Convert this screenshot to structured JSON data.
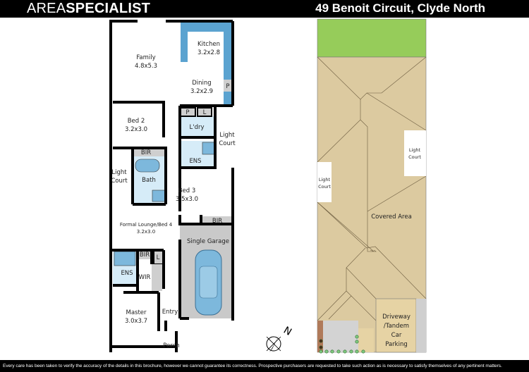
{
  "header": {
    "brand_light": "AREA",
    "brand_bold": "SPECIALIST",
    "address": "49 Benoit Circuit, Clyde North"
  },
  "floorplan": {
    "family": {
      "name": "Family",
      "size": "4.8x5.3"
    },
    "kitchen": {
      "name": "Kitchen",
      "size": "3.2x2.8"
    },
    "dining": {
      "name": "Dining",
      "size": "3.2x2.9"
    },
    "bed2": {
      "name": "Bed 2",
      "size": "3.2x3.0"
    },
    "bed3": {
      "name": "Bed 3",
      "size": "3.5x3.0"
    },
    "lounge": {
      "name": "Formal Lounge/Bed 4",
      "size": "3.2x3.0"
    },
    "master": {
      "name": "Master",
      "size": "3.0x3.7"
    },
    "laundry": "L'dry",
    "pantry": "P",
    "linen": "L",
    "ens": "ENS",
    "bir": "BIR",
    "wir": "WIR",
    "bath": "Bath",
    "light_court_line1": "Light",
    "light_court_line2": "Court",
    "garage": "Single Garage",
    "entry": "Entry",
    "porch": "Porch",
    "compass": "N"
  },
  "siteplan": {
    "light_court_line1": "Light",
    "light_court_line2": "Court",
    "covered_area": "Covered Area",
    "driveway": [
      "Driveway",
      "/Tandem",
      "Car",
      "Parking"
    ]
  },
  "colors": {
    "fixture_blue": "#5ba3d0",
    "wet_area": "#d6ecf8",
    "roof": "#dccaa0",
    "lawn": "#96cc5a",
    "garage": "#c9c9c9"
  },
  "footer": {
    "disclaimer": "Every care has been taken to verify the accuracy of the details in this brochure, however we cannot guarantee its correctness. Prospective purchasers are requested to take such action as is necessary to satisfy themselves of any pertinent matters."
  }
}
